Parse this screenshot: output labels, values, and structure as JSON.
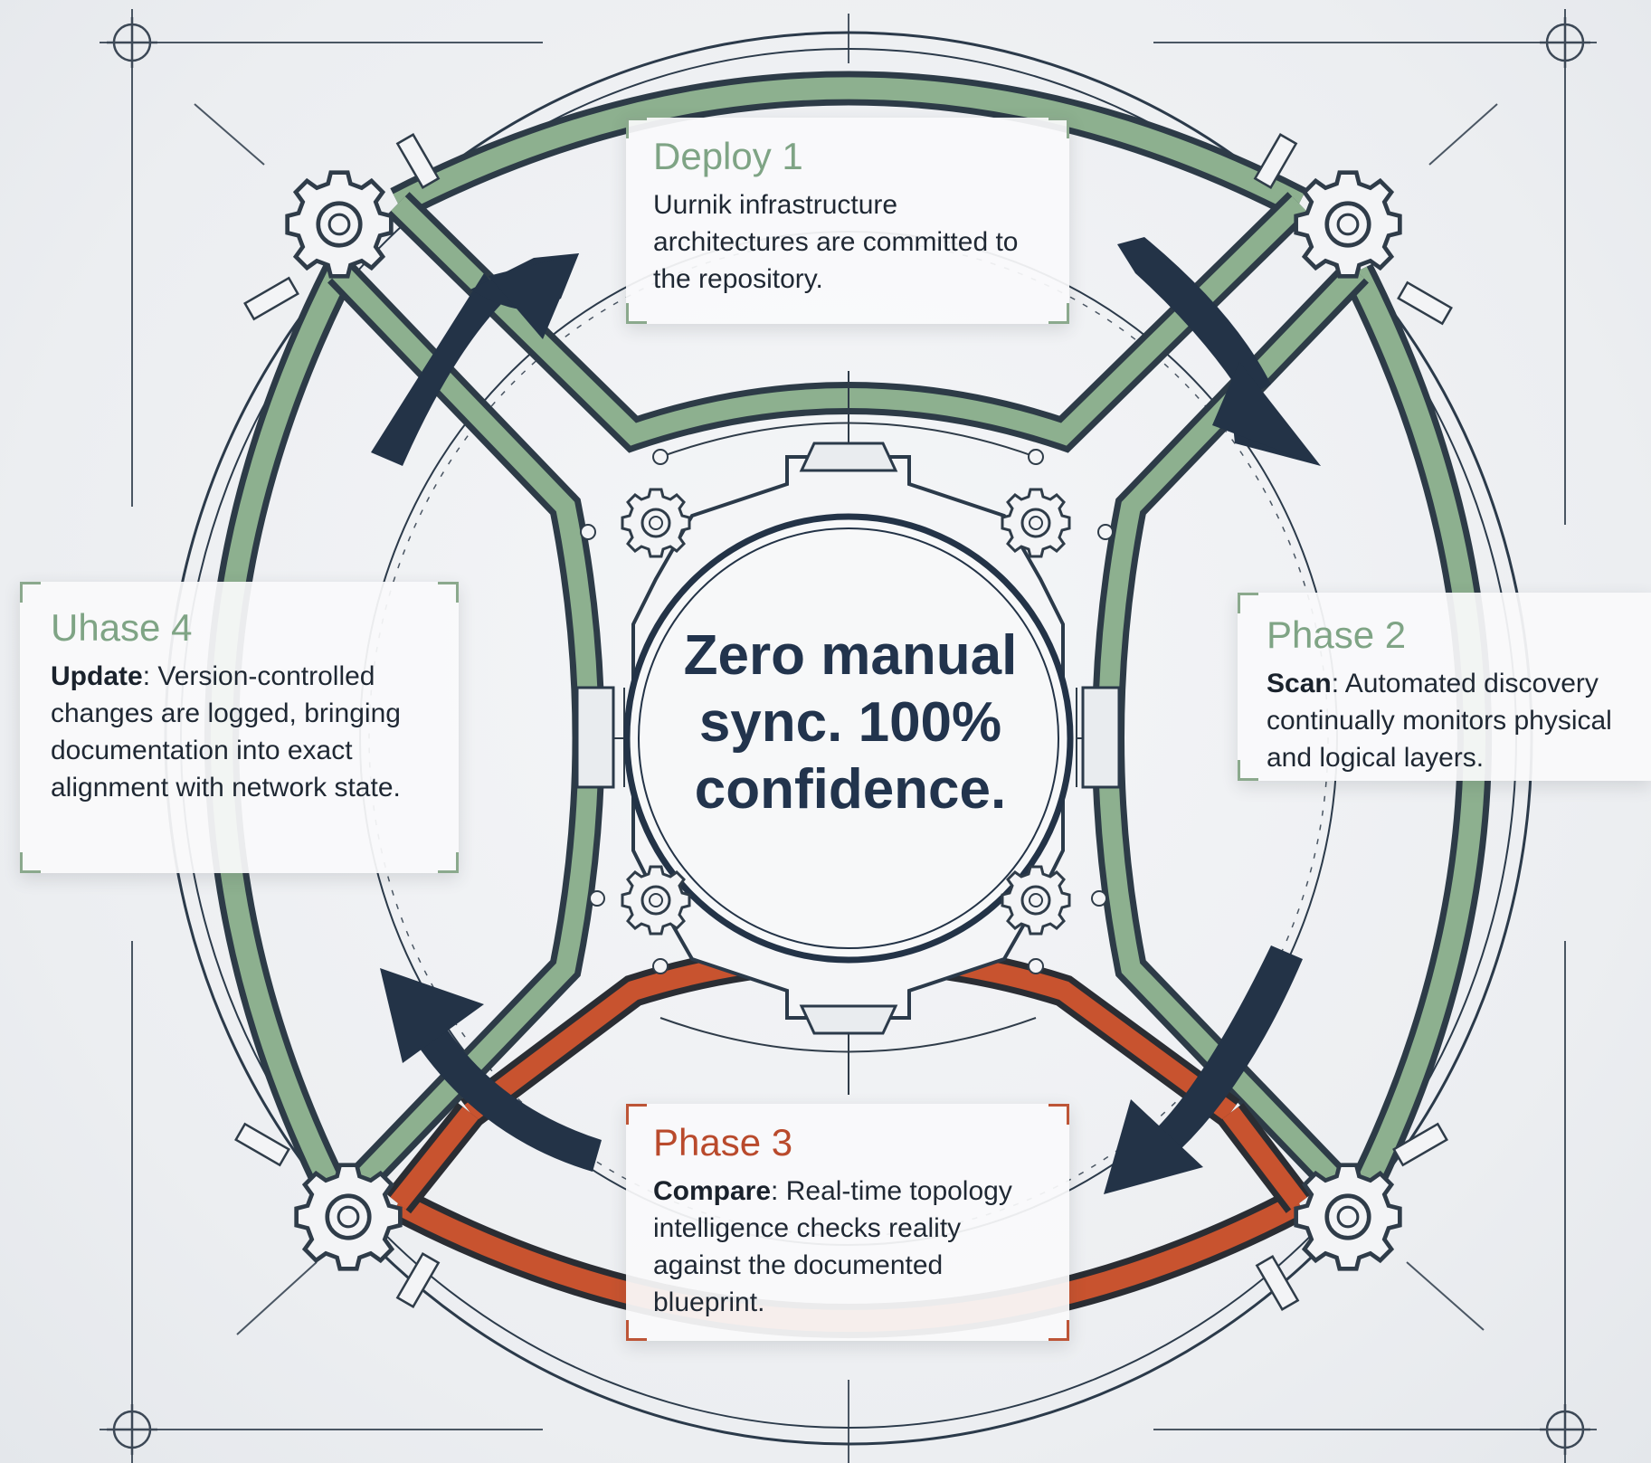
{
  "center": {
    "headline": "Zero manual sync. 100% confidence."
  },
  "phases": [
    {
      "id": "top",
      "title": "Deploy 1",
      "keyword": "",
      "separator": "",
      "text": "Uurnik infrastructure architectures are committed to the repository."
    },
    {
      "id": "right",
      "title": "Phase 2",
      "keyword": "Scan",
      "separator": ": ",
      "text": "Automated discovery continually monitors physical and logical layers."
    },
    {
      "id": "bottom",
      "title": "Phase 3",
      "keyword": "Compare",
      "separator": ": ",
      "text": "Real-time topology intelligence checks reality against the documented blueprint."
    },
    {
      "id": "left",
      "title": "Uhase 4",
      "keyword": "Update",
      "separator": ": ",
      "text": "Version-controlled changes are logged, bringing documentation into exact alignment with network state."
    }
  ],
  "colors": {
    "line": "#2b3a4a",
    "green_band": "#8db08f",
    "green_band_edge": "#2d3b47",
    "red_band": "#c8532f",
    "arrow": "#233347",
    "card_accent_green": "#8ba98d",
    "card_accent_red": "#bd5537"
  },
  "icons": [
    "gear-icon",
    "crosshair-icon",
    "cycle-arrow-icon"
  ]
}
